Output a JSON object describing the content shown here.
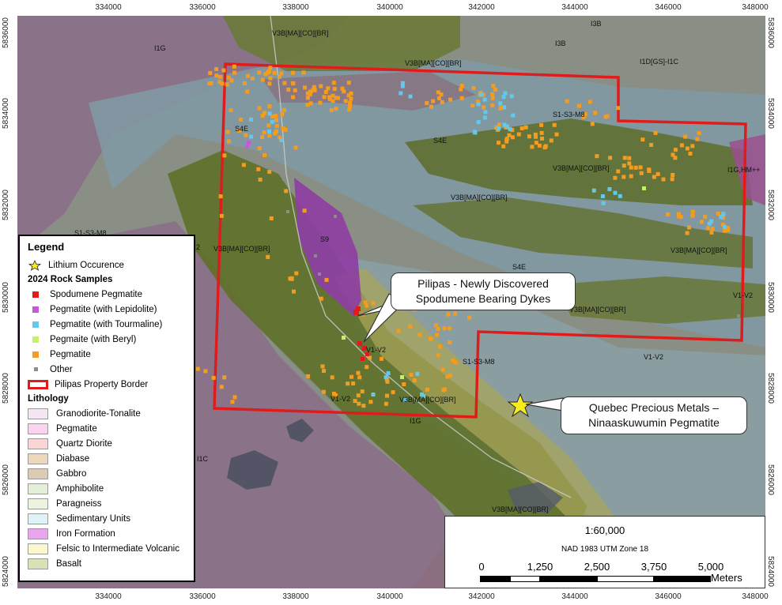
{
  "axes": {
    "top_ticks": [
      "334000",
      "336000",
      "338000",
      "340000",
      "342000",
      "344000",
      "346000",
      "348000"
    ],
    "bottom_ticks": [
      "334000",
      "336000",
      "338000",
      "340000",
      "342000",
      "344000",
      "346000",
      "348000"
    ],
    "left_ticks": [
      "5836000",
      "5834000",
      "5832000",
      "5830000",
      "5828000",
      "5826000",
      "5824000"
    ],
    "right_ticks": [
      "5836000",
      "5834000",
      "5832000",
      "5830000",
      "5828000",
      "5826000",
      "5824000"
    ]
  },
  "map_units": {
    "v3b_1": "V3B[MA][CO][BR]",
    "v3b_2": "V3B[MA][CO][BR]",
    "v3b_3": "V3B[MA][CO][BR]",
    "v3b_4": "V3B[MA][CO][BR]",
    "v3b_5": "V3B[MA][CO][BR]",
    "v3b_6": "V3B[MA][CO][BR]",
    "v3b_7": "V3B[MA][CO][BR]",
    "v3b_8": "V3B[MA][CO][BR]",
    "v3b_9": "V3B[MA][CO][BR]",
    "i1g_1": "I1G",
    "i1g_2": "I1G",
    "i3b_1": "I3B",
    "i3b_2": "I3B",
    "i1d": "I1D[GS]-I1C",
    "s1s3m8_1": "S1-S3-M8",
    "s1s3m8_2": "S1-S3-M8",
    "s1s3m8_3": "S1-S3-M8",
    "s4e_1": "S4E",
    "s4e_2": "S4E",
    "s4e_3": "S4E",
    "s9": "S9",
    "i1ghm": "I1G,HM++",
    "v1v2_1": "V1-V2",
    "v1v2_2": "V1-V2",
    "v1v2_3": "V1-V2",
    "v1v2_4": "V1-V2",
    "i1c": "I1C",
    "num2": "2"
  },
  "legend": {
    "title": "Legend",
    "lithium_label": "Lithium Occurence",
    "samples_heading": "2024 Rock Samples",
    "samples": [
      {
        "label": "Spodumene Pegmatite",
        "color": "#e31a1c"
      },
      {
        "label": "Pegmatite (with Lepidolite)",
        "color": "#c45bd6"
      },
      {
        "label": "Pegmatite (with Tourmaline)",
        "color": "#63c9ec"
      },
      {
        "label": "Pegmaite (with Beryl)",
        "color": "#c8ee6a"
      },
      {
        "label": "Pegmatite",
        "color": "#f39c1f"
      },
      {
        "label": "Other",
        "color": "#8c8c8c"
      }
    ],
    "border_label": "Pilipas Property Border",
    "lithology_heading": "Lithology",
    "lithology": [
      {
        "label": "Granodiorite-Tonalite",
        "color": "#f6e6f3"
      },
      {
        "label": "Pegmatite",
        "color": "#fbd5f0"
      },
      {
        "label": "Quartz Diorite",
        "color": "#f8d6d6"
      },
      {
        "label": "Diabase",
        "color": "#ecd8bd"
      },
      {
        "label": "Gabbro",
        "color": "#dccbb4"
      },
      {
        "label": "Amphibolite",
        "color": "#e4efd8"
      },
      {
        "label": "Paragneiss",
        "color": "#eef3dd"
      },
      {
        "label": "Sedimentary Units",
        "color": "#dff2f6"
      },
      {
        "label": "Iron Formation",
        "color": "#e9a6ef"
      },
      {
        "label": "Felsic to Intermediate Volcanic",
        "color": "#fbf7cf"
      },
      {
        "label": "Basalt",
        "color": "#d7e3b6"
      }
    ]
  },
  "callouts": {
    "pilipas_line1": "Pilipas - Newly Discovered",
    "pilipas_line2": "Spodumene Bearing Dykes",
    "qpm_line1": "Quebec Precious Metals –",
    "qpm_line2": "Ninaaskuwumin Pegmatite"
  },
  "scale": {
    "ratio": "1:60,000",
    "datum": "NAD 1983 UTM Zone 18",
    "labels": [
      "0",
      "1,250",
      "2,500",
      "3,750",
      "5,000"
    ],
    "unit": "Meters"
  },
  "colors": {
    "property_border": "#e01b1b",
    "star": "#f7ec1e"
  }
}
